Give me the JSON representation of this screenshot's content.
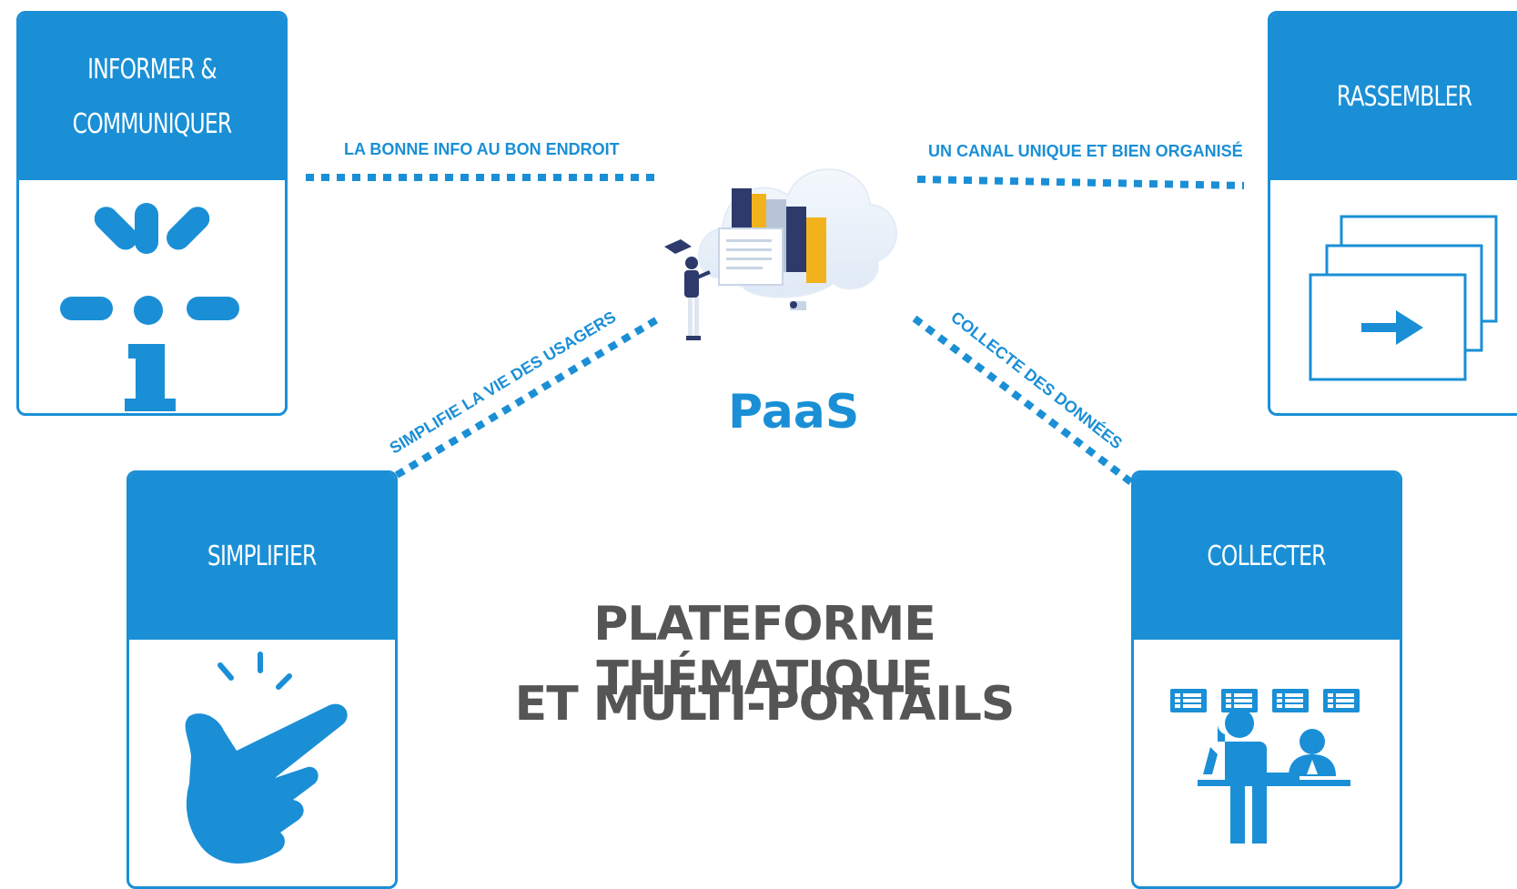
{
  "colors": {
    "primary": "#1a8fd6",
    "title_text": "#555555",
    "book_yellow": "#f2b21b",
    "book_navy": "#2d3a6b"
  },
  "cards": {
    "informer": {
      "label": "INFORMER &\nCOMMUNIQUER",
      "icon": "info-burst-icon"
    },
    "rassembler": {
      "label": "RASSEMBLER",
      "icon": "stacked-screens-arrow-icon"
    },
    "simplifier": {
      "label": "SIMPLIFIER",
      "icon": "finger-snap-icon"
    },
    "collecter": {
      "label": "COLLECTER",
      "icon": "service-desk-forms-icon"
    }
  },
  "links": {
    "top_left": "LA BONNE INFO AU BON ENDROIT",
    "top_right": "UN CANAL UNIQUE ET BIEN ORGANISÉ",
    "bottom_left": "SIMPLIFIE LA VIE DES USAGERS",
    "bottom_right": "COLLECTE DES DONNÉES"
  },
  "center": {
    "label": "PaaS",
    "icon": "cloud-library-person-icon"
  },
  "title": {
    "line1": "PLATEFORME THÉMATIQUE",
    "line2": "ET MULTI-PORTAILS"
  }
}
